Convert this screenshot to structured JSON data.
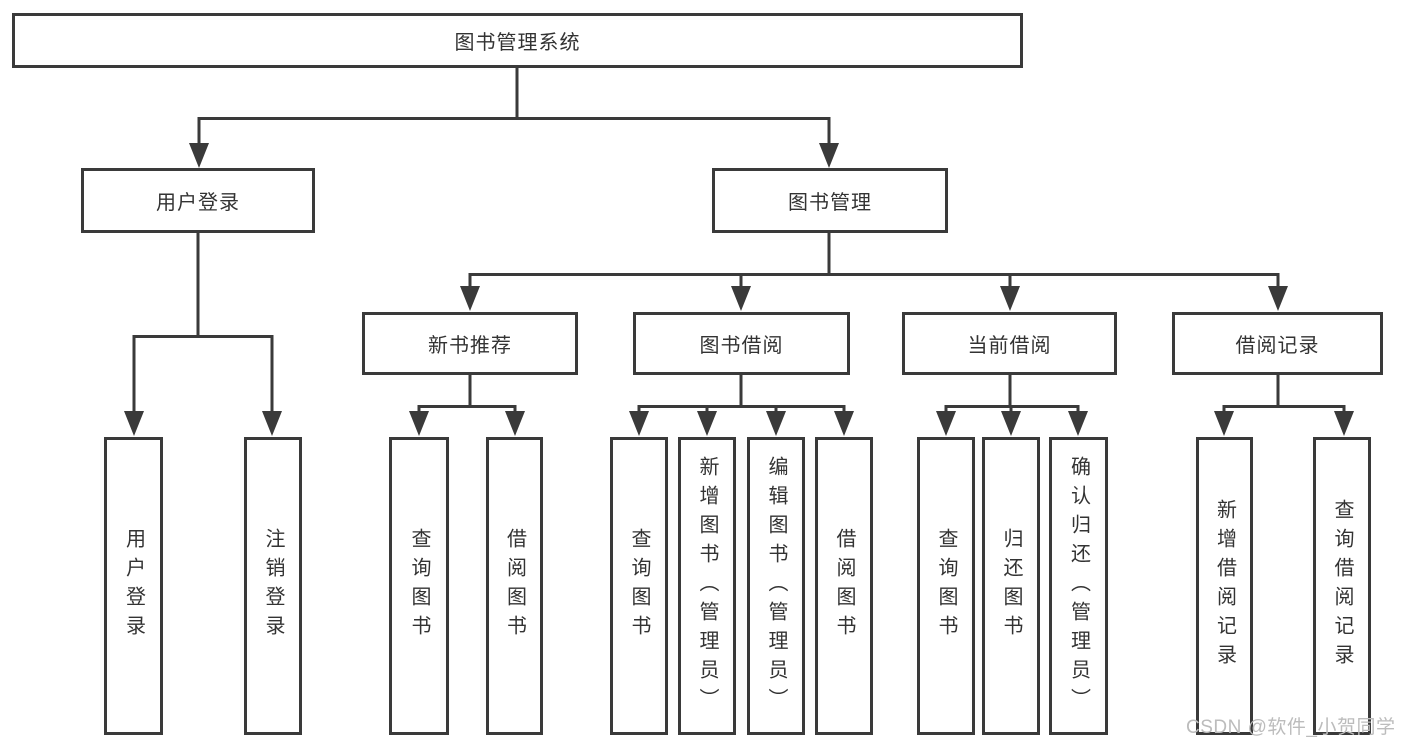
{
  "diagram_title": "图书管理系统",
  "tree": {
    "root": {
      "label": "图书管理系统"
    },
    "level2": [
      {
        "label": "用户登录"
      },
      {
        "label": "图书管理"
      }
    ],
    "level3": [
      {
        "label": "新书推荐",
        "parent": "图书管理"
      },
      {
        "label": "图书借阅",
        "parent": "图书管理"
      },
      {
        "label": "当前借阅",
        "parent": "图书管理"
      },
      {
        "label": "借阅记录",
        "parent": "图书管理"
      }
    ],
    "leaves": [
      {
        "label": "用户登录",
        "parent": "用户登录"
      },
      {
        "label": "注销登录",
        "parent": "用户登录"
      },
      {
        "label": "查询图书",
        "parent": "新书推荐"
      },
      {
        "label": "借阅图书",
        "parent": "新书推荐"
      },
      {
        "label": "查询图书",
        "parent": "图书借阅"
      },
      {
        "label": "新增图书（管理员）",
        "parent": "图书借阅"
      },
      {
        "label": "编辑图书（管理员）",
        "parent": "图书借阅"
      },
      {
        "label": "借阅图书",
        "parent": "图书借阅"
      },
      {
        "label": "查询图书",
        "parent": "当前借阅"
      },
      {
        "label": "归还图书",
        "parent": "当前借阅"
      },
      {
        "label": "确认归还（管理员）",
        "parent": "当前借阅"
      },
      {
        "label": "新增借阅记录",
        "parent": "借阅记录"
      },
      {
        "label": "查询借阅记录",
        "parent": "借阅记录"
      }
    ]
  },
  "watermark": {
    "text": "CSDN @软件_小贺同学"
  },
  "colors": {
    "line": "#3a3a3a",
    "border": "#3a3a3a",
    "text": "#333333",
    "background": "#ffffff",
    "watermark": "#bcbcbc"
  }
}
